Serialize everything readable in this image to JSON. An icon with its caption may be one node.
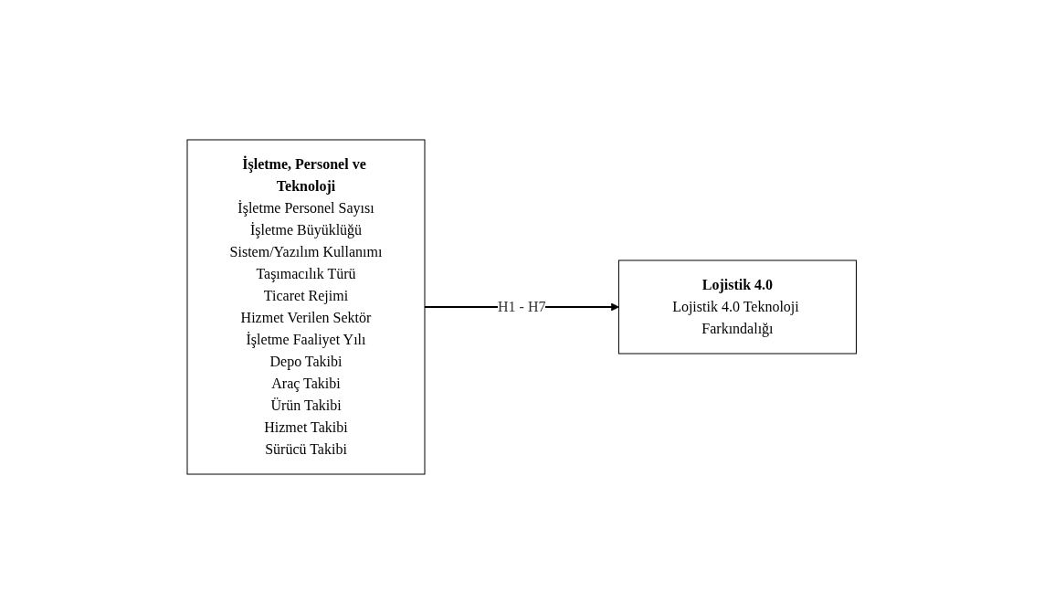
{
  "diagram": {
    "nodes": [
      {
        "text": [
          "İşletme, Personel ve Teknoloji",
          "İşletme Personel Sayısı",
          "İşletme Büyüklüğü",
          "Sistem/Yazılım Kullanımı",
          "Taşımacılık Türü",
          "Ticaret Rejimi",
          "Hizmet Verilen Sektör",
          "İşletme Faaliyet Yılı",
          "Depo Takibi",
          "Araç Takibi",
          "Ürün Takibi",
          "Hizmet Takibi",
          "Sürücü Takibi"
        ]
      },
      {
        "text": [
          "Lojistik 4.0",
          "Lojistik 4.0 Teknoloji Farkındalığı"
        ]
      }
    ],
    "edges": [
      {
        "from": 0,
        "to": 1,
        "arrow": "to",
        "label": "H1 - H7"
      }
    ]
  }
}
